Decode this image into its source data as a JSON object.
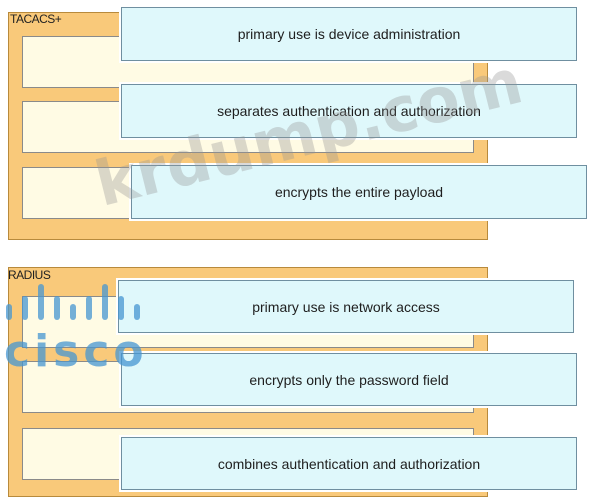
{
  "groups": {
    "tacacs": {
      "label": "TACACS+"
    },
    "radius": {
      "label": "RADIUS"
    }
  },
  "items": {
    "device_admin": "primary use is device administration",
    "separates_authn_authz": "separates authentication and authorization",
    "encrypts_payload": "encrypts the entire payload",
    "network_access": "primary use is network access",
    "encrypts_password": "encrypts only the password field",
    "combines_authn_authz": "combines authentication and authorization"
  },
  "watermark": {
    "text": "krdump.com"
  },
  "logo": {
    "text": "cisco"
  },
  "colors": {
    "group_fill": "#f9c97a",
    "slot_fill": "#fffbe4",
    "item_fill": "#dff8fb",
    "logo_blue": "#4696d2"
  }
}
